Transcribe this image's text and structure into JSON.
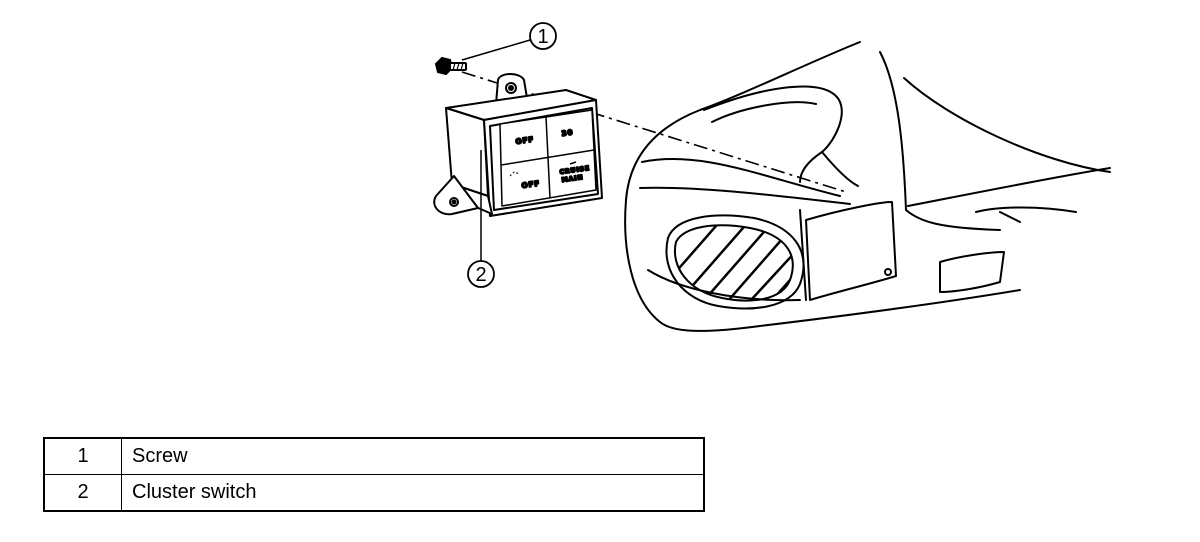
{
  "diagram": {
    "callouts": [
      "1",
      "2"
    ],
    "switch_buttons": {
      "top_left": "OFF",
      "top_right": "30",
      "bottom_left": "OFF",
      "bottom_right_line1": "CRUISE",
      "bottom_right_line2": "MAIN"
    }
  },
  "legend": {
    "rows": [
      {
        "number": "1",
        "description": "Screw"
      },
      {
        "number": "2",
        "description": "Cluster switch"
      }
    ]
  }
}
